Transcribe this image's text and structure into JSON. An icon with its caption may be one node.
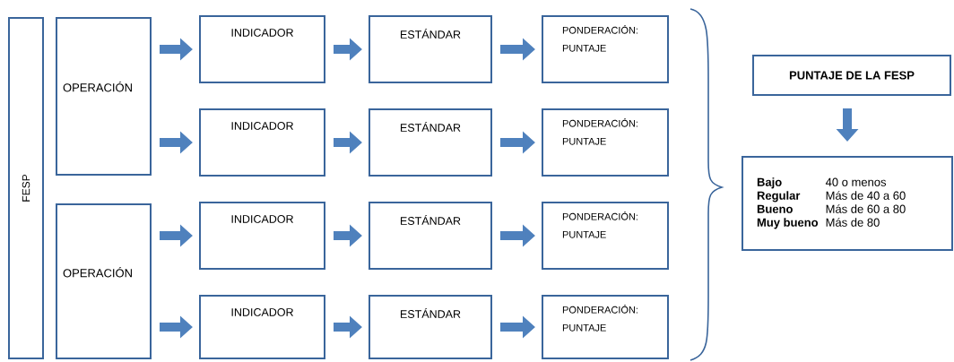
{
  "diagram": {
    "nodes": [
      {
        "text": [
          "FESP"
        ]
      },
      {
        "text": [
          "OPERACIÓN"
        ]
      },
      {
        "text": [
          "OPERACIÓN"
        ]
      },
      {
        "text": [
          "INDICADOR"
        ]
      },
      {
        "text": [
          "ESTÁNDAR"
        ]
      },
      {
        "text": [
          "PONDERACIÓN: PUNTAJE"
        ]
      },
      {
        "text": [
          "INDICADOR"
        ]
      },
      {
        "text": [
          "ESTÁNDAR"
        ]
      },
      {
        "text": [
          "PONDERACIÓN: PUNTAJE"
        ]
      },
      {
        "text": [
          "INDICADOR"
        ]
      },
      {
        "text": [
          "ESTÁNDAR"
        ]
      },
      {
        "text": [
          "PONDERACIÓN: PUNTAJE"
        ]
      },
      {
        "text": [
          "INDICADOR"
        ]
      },
      {
        "text": [
          "ESTÁNDAR"
        ]
      },
      {
        "text": [
          "PONDERACIÓN: PUNTAJE"
        ]
      },
      {
        "text": [
          "PUNTAJE DE LA FESP"
        ]
      },
      {
        "text": [
          "Bajo",
          "40 o menos",
          "Regular",
          "Más de 40 a 60",
          "Bueno",
          "Más de 60 a 80",
          "Muy bueno",
          "Más de 80"
        ]
      }
    ],
    "edges": [
      {
        "from": 1,
        "to": 3,
        "arrow": "to"
      },
      {
        "from": 3,
        "to": 4,
        "arrow": "to"
      },
      {
        "from": 4,
        "to": 5,
        "arrow": "to"
      },
      {
        "from": 1,
        "to": 6,
        "arrow": "to"
      },
      {
        "from": 6,
        "to": 7,
        "arrow": "to"
      },
      {
        "from": 7,
        "to": 8,
        "arrow": "to"
      },
      {
        "from": 2,
        "to": 9,
        "arrow": "to"
      },
      {
        "from": 9,
        "to": 10,
        "arrow": "to"
      },
      {
        "from": 10,
        "to": 11,
        "arrow": "to"
      },
      {
        "from": 2,
        "to": 12,
        "arrow": "to"
      },
      {
        "from": 12,
        "to": 13,
        "arrow": "to"
      },
      {
        "from": 13,
        "to": 14,
        "arrow": "to"
      },
      {
        "from": 15,
        "to": 16,
        "arrow": "to"
      }
    ]
  }
}
